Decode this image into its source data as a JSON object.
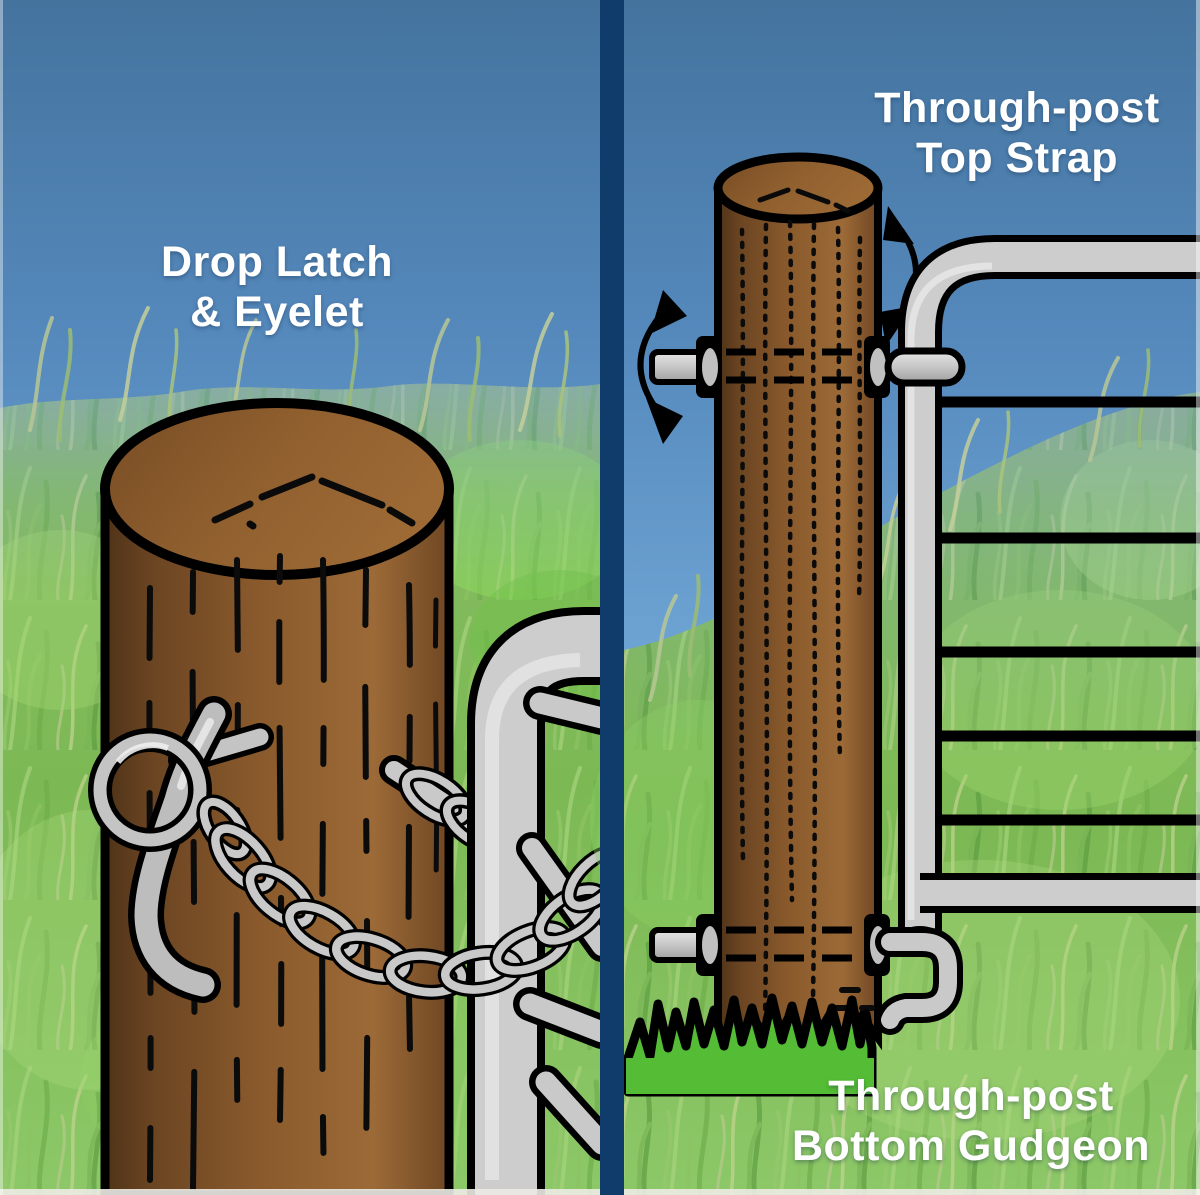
{
  "labels": {
    "left_panel": {
      "line1": "Drop Latch",
      "line2": "& Eyelet"
    },
    "top_strap": {
      "line1": "Through-post",
      "line2": "Top Strap"
    },
    "bottom_gudgeon": {
      "line1": "Through-post",
      "line2": "Bottom Gudgeon"
    }
  },
  "colors": {
    "divider_navy": "#0f3c6a",
    "sky_top": "#44739e",
    "sky_horizon": "#7cb0da",
    "grass_main": "#7cb954",
    "grass_light": "#a8d67f",
    "cartoon_grass": "#55bd35",
    "post_brown": "#8a5a2c",
    "post_dark": "#573818",
    "post_light": "#9c6a37",
    "metal_gray": "#c9c9c9",
    "outline_black": "#000000",
    "label_text": "#ffffff"
  }
}
